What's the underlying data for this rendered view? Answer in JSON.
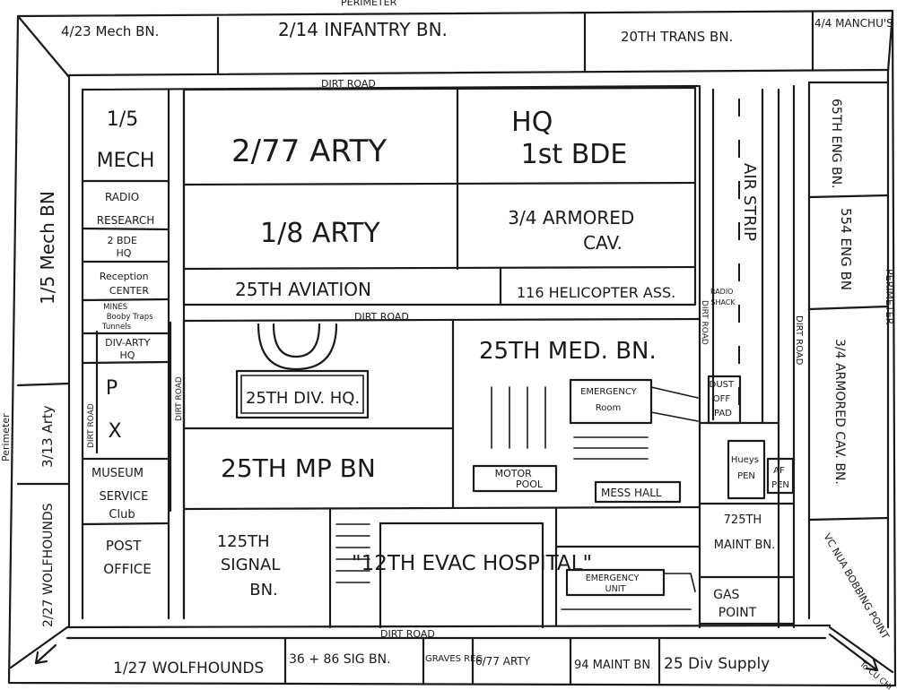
{
  "outer": {
    "perimeter_top": "PERIMETER",
    "perimeter_left": "Perimeter",
    "perimeter_right": "PERIMETER"
  },
  "roads": {
    "top": "DIRT ROAD",
    "middle": "DIRT ROAD",
    "bottom": "DIRT ROAD",
    "left_a": "DIRT ROAD",
    "left_b": "DIRT ROAD",
    "right": "DIRT ROAD",
    "air_strip_side": "DIRT ROAD",
    "to_cu_chi": "To CU CHI"
  },
  "top_row": {
    "u1": "4/23 Mech BN.",
    "u2": "2/14 INFANTRY BN.",
    "u3": "20TH TRANS BN.",
    "u4": "4/4 MANCHU'S"
  },
  "left_outer": {
    "mech": "1/5 Mech BN",
    "arty": "3/13 Arty",
    "wolfhounds": "2/27 WOLFHOUNDS"
  },
  "right_outer": {
    "eng65": "65TH ENG BN.",
    "eng554": "554 ENG BN",
    "cav": "3/4 ARMORED CAV. BN.",
    "vc": "VC NUA BOBBING POINT"
  },
  "bottom_row": {
    "u1": "1/27 WOLFHOUNDS",
    "u2": "36 + 86 SIG BN.",
    "u3": "GRAVES REG.",
    "u4": "6/77 ARTY",
    "u5": "94 MAINT BN",
    "u6": "25 Div Supply"
  },
  "left_column": {
    "mech15_a": "1/5",
    "mech15_b": "MECH",
    "radio_a": "RADIO",
    "radio_b": "RESEARCH",
    "bde2_a": "2 BDE",
    "bde2_b": "HQ",
    "reception_a": "Reception",
    "reception_b": "CENTER",
    "mines_a": "MINES",
    "mines_b": "Booby Traps",
    "mines_c": "Tunnels",
    "divarty_a": "DIV-ARTY",
    "divarty_b": "HQ",
    "px_a": "P",
    "px_b": "X",
    "museum": "MUSEUM",
    "service_a": "SERVICE",
    "service_b": "Club",
    "post_a": "POST",
    "post_b": "OFFICE"
  },
  "center": {
    "arty277": "2/77 ARTY",
    "hq1_a": "HQ",
    "hq1_b": "1st BDE",
    "arty18": "1/8 ARTY",
    "cav34_a": "3/4 ARMORED",
    "cav34_b": "CAV.",
    "aviation": "25TH AVIATION",
    "heli": "116 HELICOPTER ASS.",
    "divhq": "25TH DIV. HQ.",
    "mp": "25TH MP BN",
    "med": "25TH MED. BN.",
    "er_a": "EMERGENCY",
    "er_b": "Room",
    "motor_a": "MOTOR",
    "motor_b": "POOL",
    "mess": "MESS HALL",
    "signal_a": "125TH",
    "signal_b": "SIGNAL",
    "signal_c": "BN.",
    "evac": "\"12TH EVAC HOSPITAL\"",
    "eu_a": "EMERGENCY",
    "eu_b": "UNIT"
  },
  "airstrip": {
    "label": "AIR STRIP",
    "radio_shack_a": "RADIO",
    "radio_shack_b": "SHACK",
    "dust_a": "DUST",
    "dust_b": "OFF",
    "dust_c": "PAD",
    "hueys_a": "Hueys",
    "hueys_b": "PEN",
    "af_a": "AF",
    "af_b": "PEN",
    "maint725_a": "725TH",
    "maint725_b": "MAINT BN.",
    "gas_a": "GAS",
    "gas_b": "POINT"
  }
}
